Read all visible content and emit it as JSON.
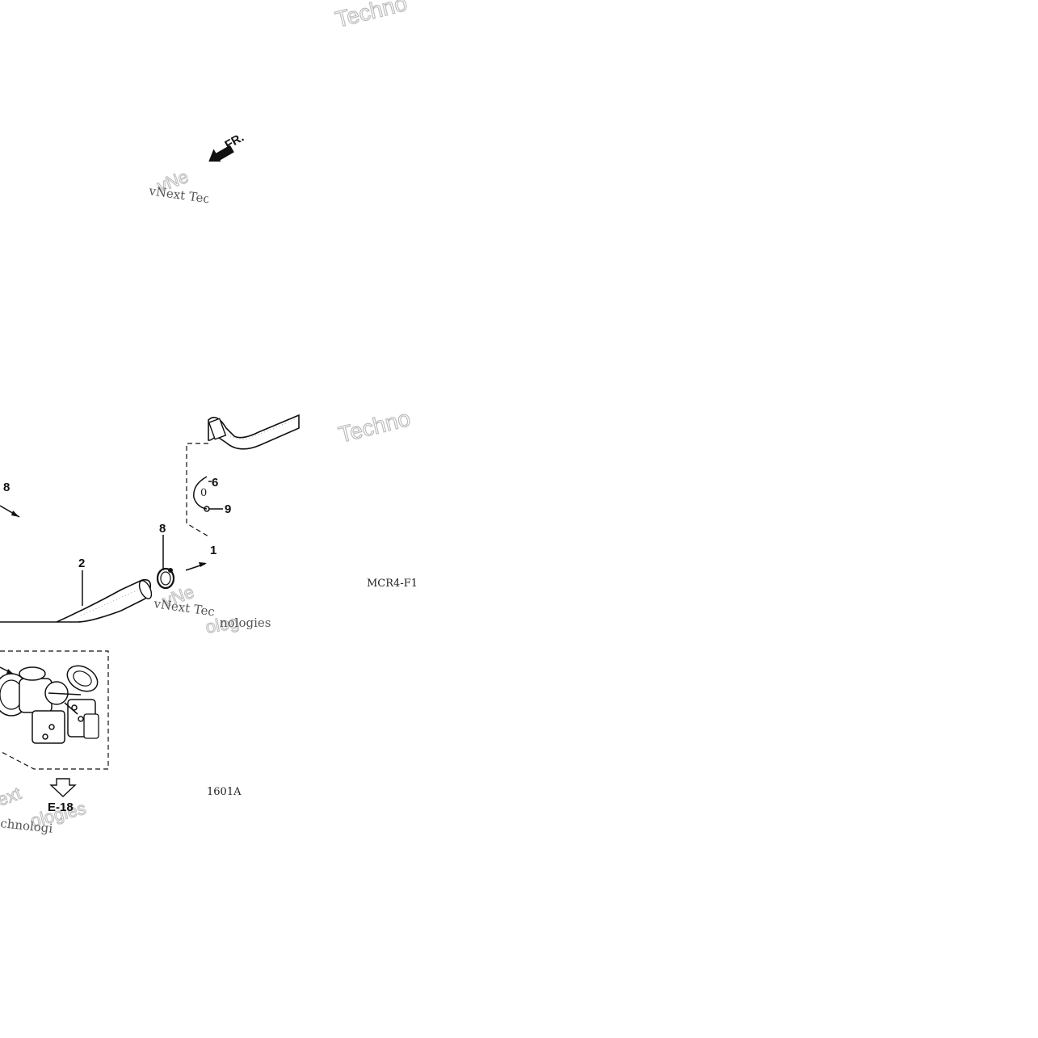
{
  "watermarks": {
    "top_outline": "Techno",
    "mid_outline": "Techno",
    "upper_text": "vNext Tec",
    "upper_outline": "vNe",
    "lower_text": "vNext Tec",
    "lower_outline": "vNe",
    "lower_right_text": "nologies",
    "lower_right_outline": "olog",
    "bottom_outline_left": "ext",
    "bottom_outline_right": "ologies",
    "bottom_text": "chnologi"
  },
  "direction_label": "FR.",
  "callouts": {
    "c8_left": "8",
    "c6": "6",
    "c0": "0",
    "c9": "9",
    "c8_mid": "8",
    "c1": "1",
    "c2": "2"
  },
  "page_ref": "E-18",
  "codes": {
    "diagram_code": "MCR4-F1",
    "figure_number": "1601A"
  },
  "icons": {
    "direction_arrow": "front-direction-arrow-icon",
    "page_ref_arrow": "hollow-down-arrow-icon"
  }
}
